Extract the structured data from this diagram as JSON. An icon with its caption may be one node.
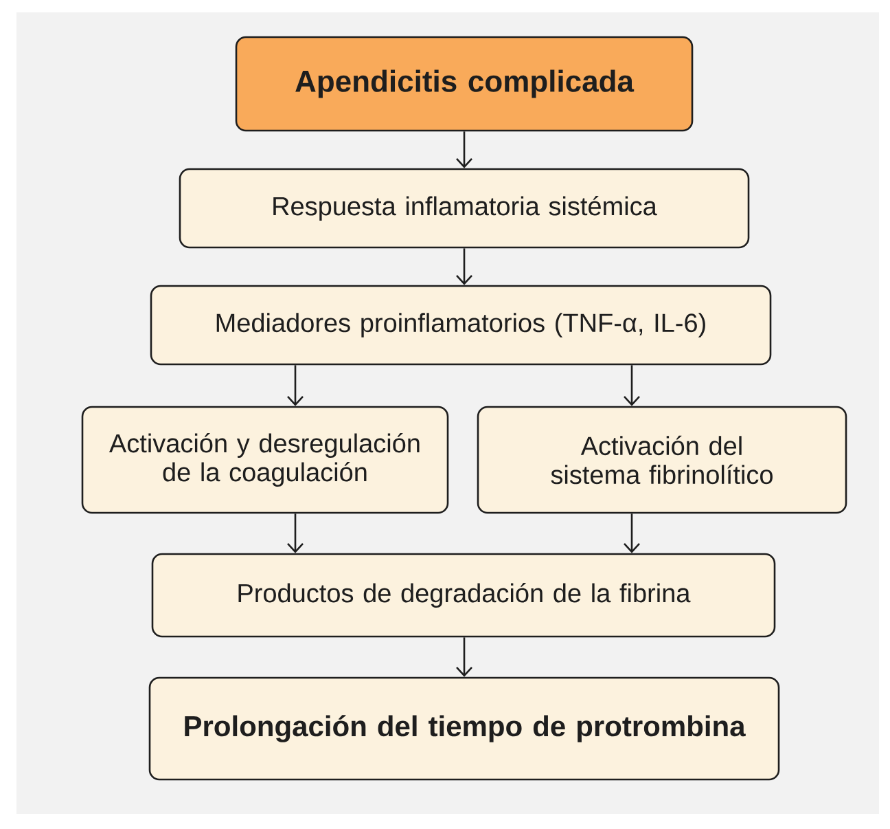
{
  "diagram": {
    "nodes": [
      {
        "text": [
          "Apendicitis complicada"
        ]
      },
      {
        "text": [
          "Respuesta inflamatoria sistémica"
        ]
      },
      {
        "text": [
          "Mediadores proinflamatorios (TNF-α, IL-6)"
        ]
      },
      {
        "text": [
          "Activación y desregulación de la coagulación"
        ]
      },
      {
        "text": [
          "Activación del sistema fibrinolítico"
        ]
      },
      {
        "text": [
          "Productos de degradación de la fibrina"
        ]
      },
      {
        "text": [
          "Prolongación del tiempo de protrombina"
        ]
      }
    ],
    "edges": [
      {
        "from": 0,
        "to": 1,
        "arrow": "to"
      },
      {
        "from": 1,
        "to": 2,
        "arrow": "to"
      },
      {
        "from": 2,
        "to": 3,
        "arrow": "to"
      },
      {
        "from": 2,
        "to": 4,
        "arrow": "to"
      },
      {
        "from": 3,
        "to": 5,
        "arrow": "to"
      },
      {
        "from": 4,
        "to": 5,
        "arrow": "to"
      },
      {
        "from": 5,
        "to": 6,
        "arrow": "to"
      }
    ]
  }
}
